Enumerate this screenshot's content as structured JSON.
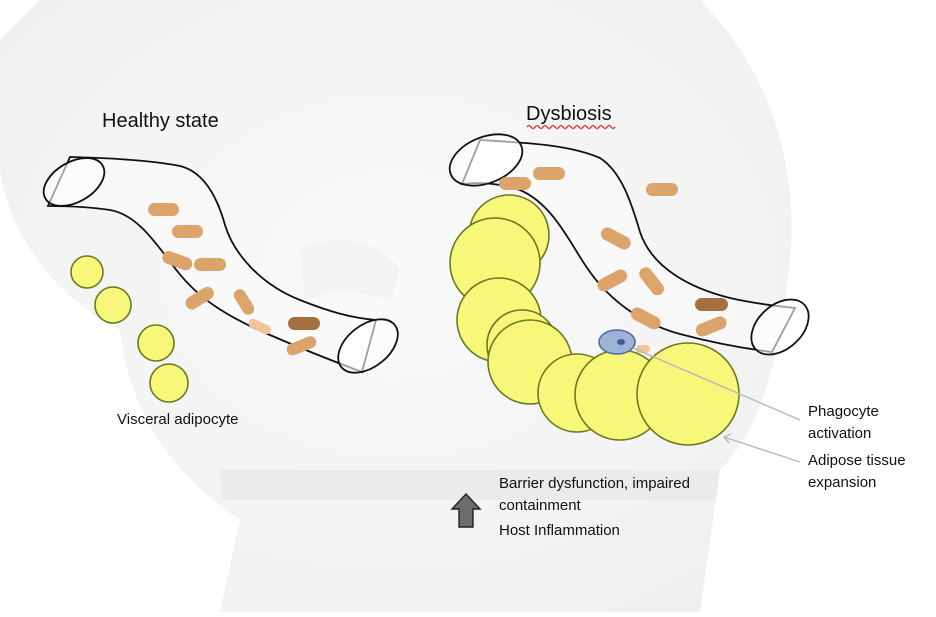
{
  "labels": {
    "healthy_title": "Healthy state",
    "dysbiosis_title": "Dysbiosis",
    "visceral_adipocyte": "Visceral adipocyte",
    "phagocyte_line1": "Phagocyte",
    "phagocyte_line2": "activation",
    "adipose_line1": "Adipose tissue",
    "adipose_line2": "expansion",
    "barrier_line1": "Barrier dysfunction, impaired",
    "barrier_line2": "containment",
    "host_inflammation": "Host Inflammation"
  },
  "colors": {
    "adipocyte_fill": "#f7f77a",
    "adipocyte_stroke": "#6b7a1f",
    "bacteria_tan": "#dca36b",
    "bacteria_dark": "#a5703f",
    "bacteria_light": "#f2c49a",
    "phagocyte_fill": "#9fb3d6",
    "phagocyte_stroke": "#4e6e9e",
    "arrow_fill": "#6d6d6d",
    "spellcheck_underline": "#e02020"
  },
  "icons": {
    "up_arrow": "increase-arrow-icon"
  }
}
